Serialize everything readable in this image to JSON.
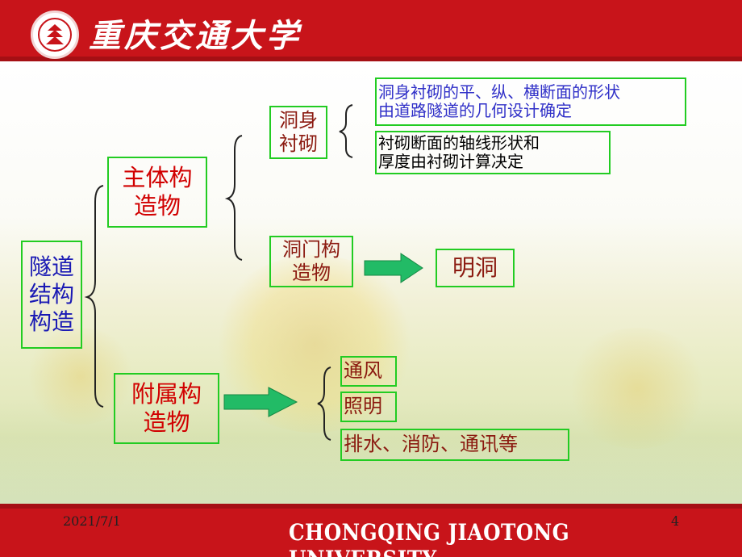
{
  "header": {
    "logo_text": "重庆交通大学"
  },
  "diagram": {
    "root": [
      "隧道",
      "结构",
      "构造"
    ],
    "main_structure": [
      "主体构",
      "造物"
    ],
    "auxiliary_structure": [
      "附属构",
      "造物"
    ],
    "lining": [
      "洞身",
      "衬砌"
    ],
    "portal": [
      "洞门构",
      "造物"
    ],
    "lining_note_1": [
      "洞身衬砌的平、纵、横断面的形状",
      "由道路隧道的几何设计确定"
    ],
    "lining_note_2": [
      "衬砌断面的轴线形状和",
      "厚度由衬砌计算决定"
    ],
    "open_cut": "明洞",
    "ventilation": "通风",
    "lighting": "照明",
    "drainage": "排水、消防、通讯等"
  },
  "footer": {
    "date": "2021/7/1",
    "page": "4",
    "university": "CHONGQING JIAOTONG UNIVERSITY"
  },
  "colors": {
    "header_red": "#c8141a",
    "box_border": "#22cc22",
    "arrow_green": "#22bb66"
  }
}
